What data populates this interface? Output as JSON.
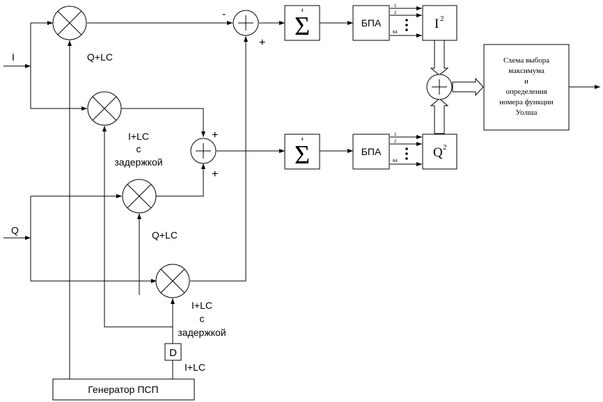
{
  "inputs": {
    "i": "I",
    "q": "Q"
  },
  "labels": {
    "mult_top": "Q+LC",
    "mult2_line1": "I+LC",
    "mult2_line2": "с",
    "mult2_line3": "задержкой",
    "mult3": "Q+LC",
    "mult4_line1": "I+LC",
    "mult4_line2": "с",
    "mult4_line3": "задержкой",
    "delay_out": "I+LC"
  },
  "signs": {
    "sum1_minus": "-",
    "sum1_plus": "+",
    "sum2_plus_top": "+",
    "sum2_plus_bottom": "+"
  },
  "accumulator": {
    "symbol": "Σ",
    "index": "4"
  },
  "bpa": {
    "label": "БПА",
    "line_labels": [
      "1",
      "2",
      "64"
    ]
  },
  "squares": {
    "i_base": "I",
    "q_base": "Q",
    "exponent": "2"
  },
  "generator": {
    "label": "Генератор ПСП"
  },
  "delay": {
    "label": "D"
  },
  "selector": {
    "lines": [
      "Схема выбора",
      "максимума",
      "и",
      "определения",
      "номера функции",
      "Уолша"
    ]
  }
}
